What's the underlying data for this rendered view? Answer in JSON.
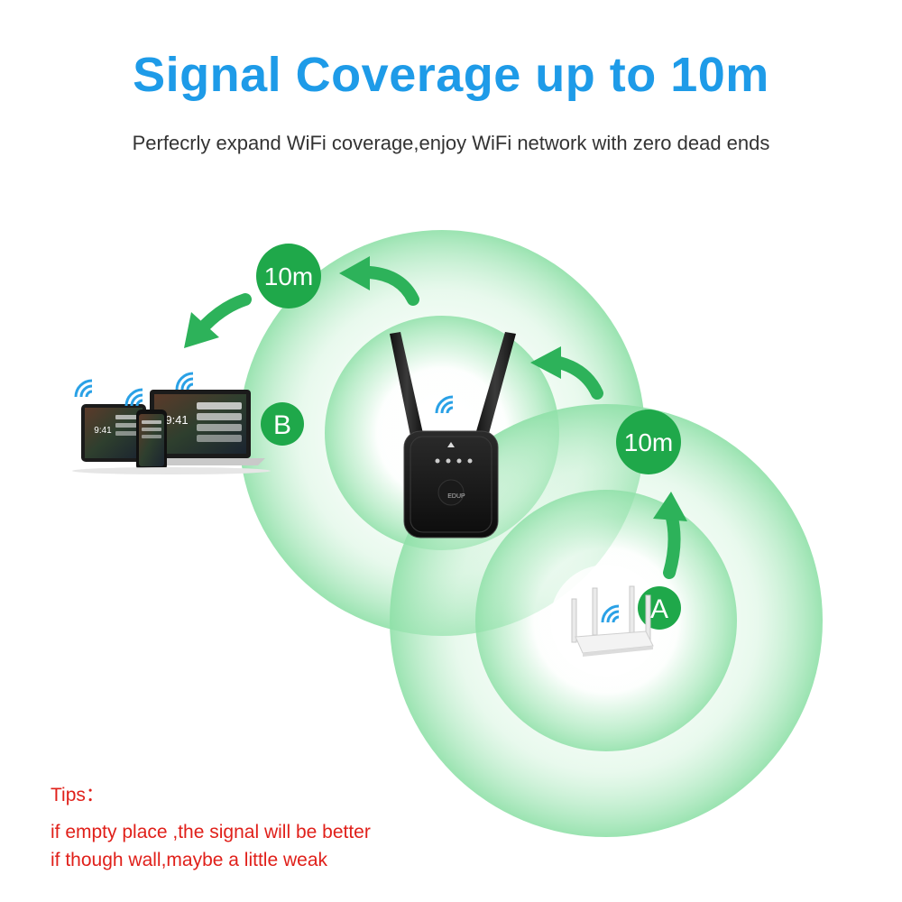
{
  "header": {
    "title": "Signal Coverage up to 10m",
    "subtitle": "Perfecrly expand WiFi coverage,enjoy WiFi network with zero dead ends"
  },
  "diagram": {
    "distance_label_top": "10m",
    "distance_label_right": "10m",
    "point_b_label": "B",
    "point_a_label": "A",
    "extender_brand": "EDUP",
    "clock_time_left": "9:41",
    "clock_time_right": "9:41"
  },
  "tips": {
    "heading": "Tips：",
    "line1": "if empty place ,the signal will be better",
    "line2": "if though wall,maybe a little weak"
  },
  "colors": {
    "title_blue": "#1e9be8",
    "bubble_green": "#1fa84a",
    "arrow_green": "#2db25a",
    "ring_green": "#8fe0a8",
    "tips_red": "#e0201a"
  }
}
